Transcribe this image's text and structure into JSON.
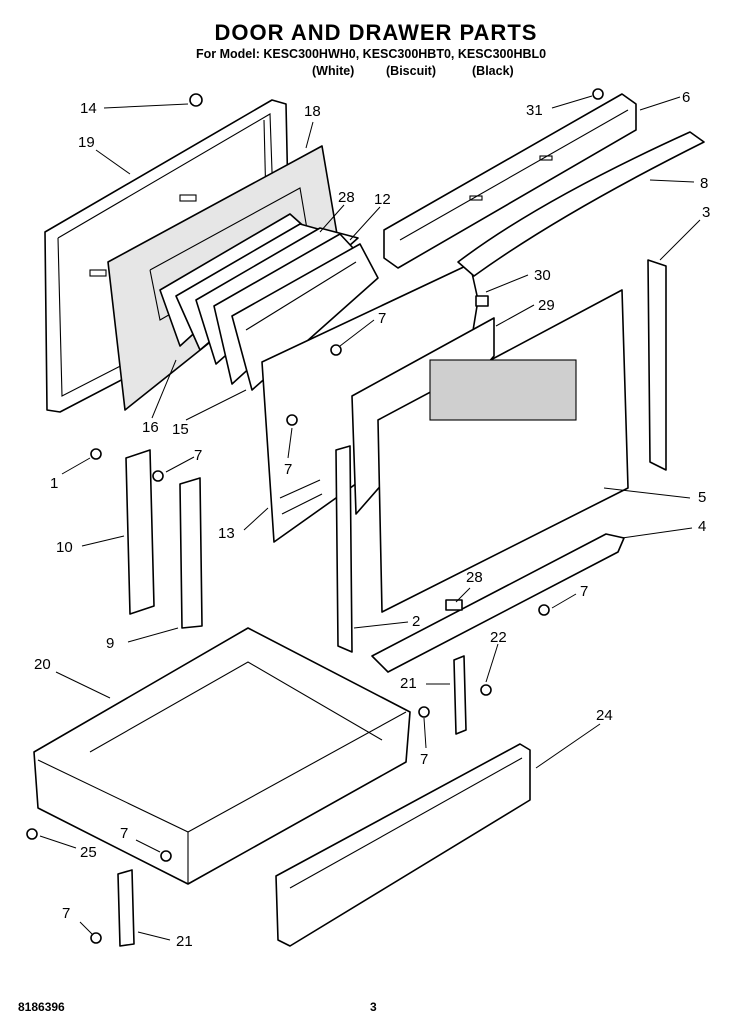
{
  "header": {
    "title": "DOOR AND DRAWER PARTS",
    "model_line": "For Model: KESC300HWH0, KESC300HBT0, KESC300HBL0",
    "variants": [
      "(White)",
      "(Biscuit)",
      "(Black)"
    ]
  },
  "callouts": [
    {
      "id": "c14",
      "text": "14"
    },
    {
      "id": "c19",
      "text": "19"
    },
    {
      "id": "c18",
      "text": "18"
    },
    {
      "id": "c28a",
      "text": "28"
    },
    {
      "id": "c12",
      "text": "12"
    },
    {
      "id": "c31",
      "text": "31"
    },
    {
      "id": "c6",
      "text": "6"
    },
    {
      "id": "c8",
      "text": "8"
    },
    {
      "id": "c3",
      "text": "3"
    },
    {
      "id": "c30",
      "text": "30"
    },
    {
      "id": "c29",
      "text": "29"
    },
    {
      "id": "c7a",
      "text": "7"
    },
    {
      "id": "c16",
      "text": "16"
    },
    {
      "id": "c15",
      "text": "15"
    },
    {
      "id": "c1",
      "text": "1"
    },
    {
      "id": "c7b",
      "text": "7"
    },
    {
      "id": "c7c",
      "text": "7"
    },
    {
      "id": "c5",
      "text": "5"
    },
    {
      "id": "c10",
      "text": "10"
    },
    {
      "id": "c13",
      "text": "13"
    },
    {
      "id": "c4",
      "text": "4"
    },
    {
      "id": "c28b",
      "text": "28"
    },
    {
      "id": "c7d",
      "text": "7"
    },
    {
      "id": "c9",
      "text": "9"
    },
    {
      "id": "c2",
      "text": "2"
    },
    {
      "id": "c22",
      "text": "22"
    },
    {
      "id": "c20",
      "text": "20"
    },
    {
      "id": "c21a",
      "text": "21"
    },
    {
      "id": "c24",
      "text": "24"
    },
    {
      "id": "c7e",
      "text": "7"
    },
    {
      "id": "c7f",
      "text": "7"
    },
    {
      "id": "c25",
      "text": "25"
    },
    {
      "id": "c7g",
      "text": "7"
    },
    {
      "id": "c21b",
      "text": "21"
    }
  ],
  "footer": {
    "part_number": "8186396",
    "page": "3"
  }
}
